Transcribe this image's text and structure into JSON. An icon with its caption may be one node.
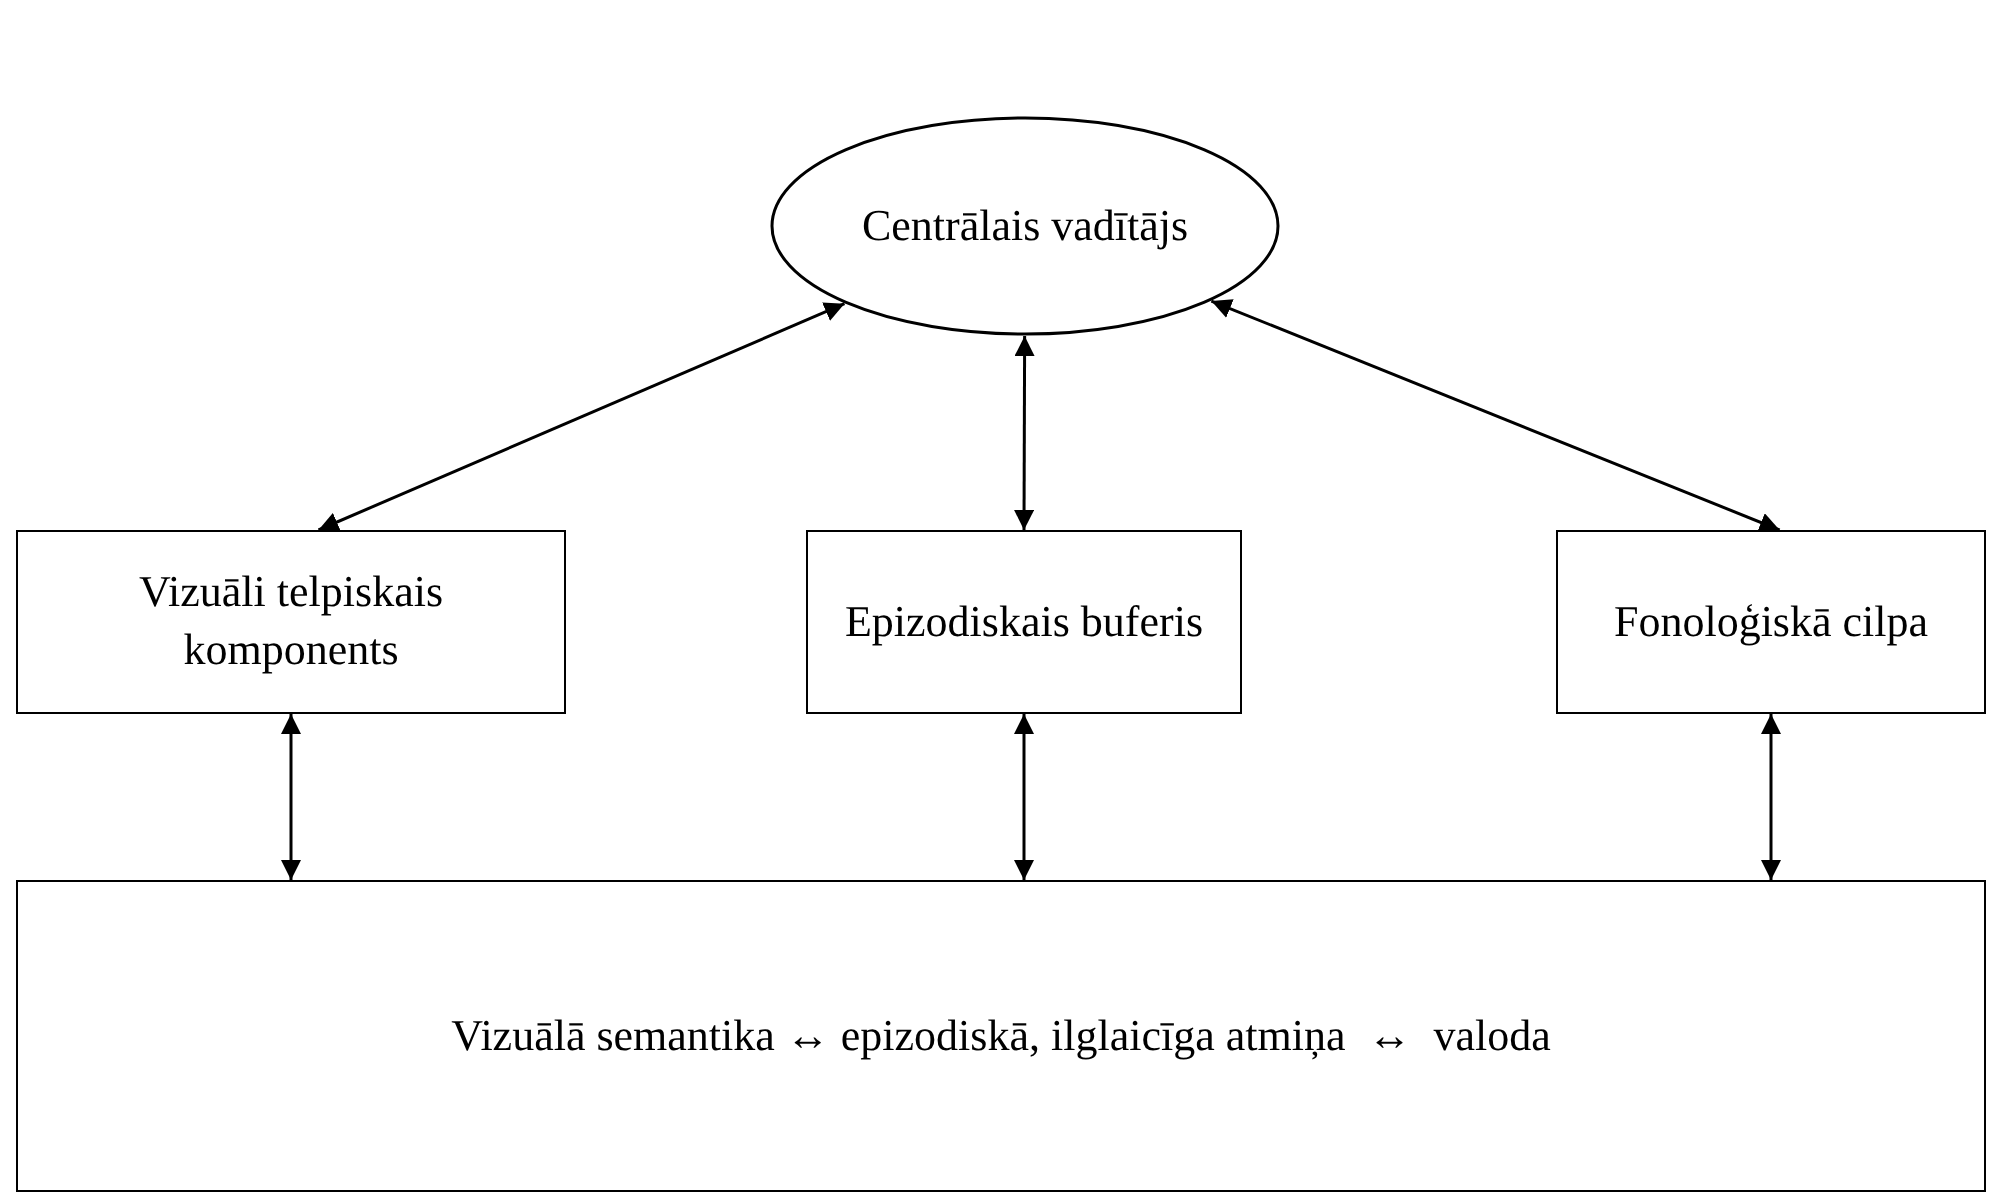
{
  "diagram": {
    "nodes": [
      {
        "text": [
          "Centrālais vadītājs"
        ]
      },
      {
        "text": [
          "Vizuāli telpiskais komponents"
        ]
      },
      {
        "text": [
          "Epizodiskais buferis"
        ]
      },
      {
        "text": [
          "Fonoloģiskā cilpa"
        ]
      },
      {
        "text": [
          "Vizuālā semantika ↔ epizodiskā, ilglaicīga atmiņa  ↔  valoda"
        ]
      }
    ],
    "edges": [
      {
        "from": 0,
        "to": 1,
        "arrow": "both"
      },
      {
        "from": 0,
        "to": 2,
        "arrow": "both"
      },
      {
        "from": 0,
        "to": 3,
        "arrow": "both"
      },
      {
        "from": 1,
        "to": 4,
        "arrow": "both"
      },
      {
        "from": 2,
        "to": 4,
        "arrow": "both"
      },
      {
        "from": 3,
        "to": 4,
        "arrow": "both"
      }
    ]
  }
}
